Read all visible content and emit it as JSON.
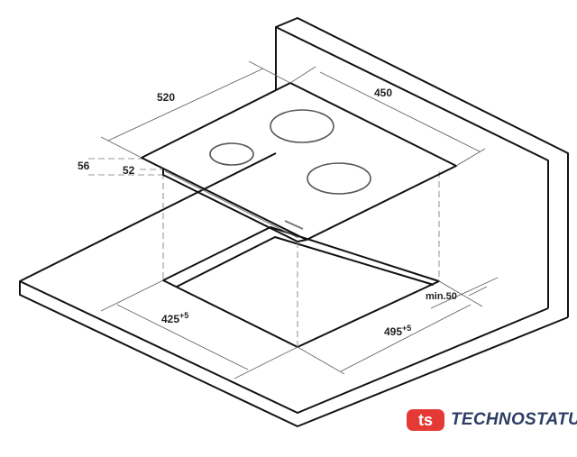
{
  "dimensions": {
    "hob_depth": "520",
    "hob_width": "450",
    "total_height": "56",
    "glass_height": "52",
    "cutout_depth": "425",
    "cutout_depth_tol": "+5",
    "cutout_width": "495",
    "cutout_width_tol": "+5",
    "wall_clearance": "min.50"
  },
  "brand": {
    "name": "TECHNOSTATUS",
    "logo_mark": "ts",
    "color": "#e53935",
    "text_color": "#2c3e63"
  }
}
